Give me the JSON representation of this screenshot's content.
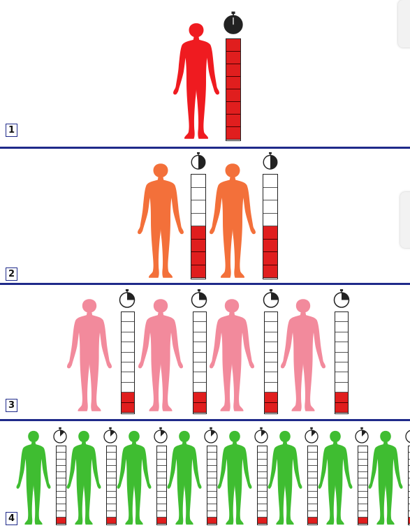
{
  "rows": [
    {
      "label": "1",
      "person_color": "#ef1b20",
      "people": 1,
      "timer_fraction": 1.0,
      "meter_segments": 8,
      "meter_filled": 8
    },
    {
      "label": "2",
      "person_color": "#f3703a",
      "people": 2,
      "timer_fraction": 0.5,
      "meter_segments": 8,
      "meter_filled": 4
    },
    {
      "label": "3",
      "person_color": "#f28a9c",
      "people": 4,
      "timer_fraction": 0.25,
      "meter_segments": 10,
      "meter_filled": 2
    },
    {
      "label": "4",
      "person_color": "#3fbd31",
      "people": 8,
      "timer_fraction": 0.125,
      "meter_segments": 12,
      "meter_filled": 1
    }
  ],
  "colors": {
    "divider": "#1f2a8a",
    "meter_fill": "#e01e1e",
    "timer_dark": "#222222",
    "panel": "#f2f2f2"
  },
  "icons": {
    "person": "person-silhouette-icon",
    "timer": "stopwatch-icon"
  }
}
